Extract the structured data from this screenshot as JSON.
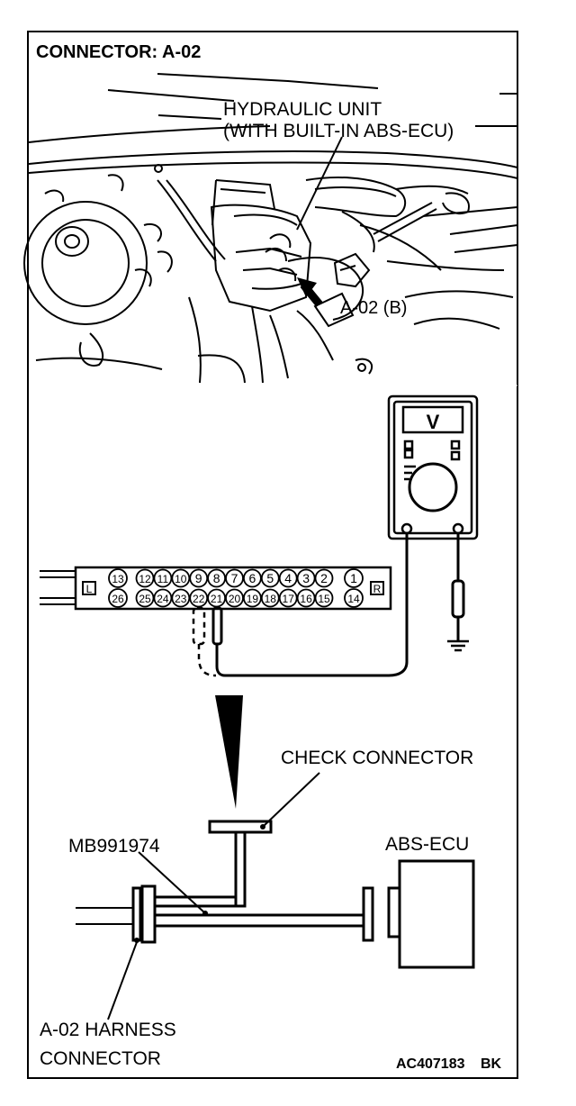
{
  "title": "CONNECTOR: A-02",
  "labels": {
    "hydraulic_line1": "HYDRAULIC UNIT",
    "hydraulic_line2": "(WITH BUILT-IN ABS-ECU)",
    "connector_b": "A-02 (B)",
    "voltmeter_symbol": "V",
    "side_left": "L",
    "side_right": "R",
    "check_connector": "CHECK CONNECTOR",
    "tool_number": "MB991974",
    "abs_ecu": "ABS-ECU",
    "harness_line1": "A-02 HARNESS",
    "harness_line2": "CONNECTOR",
    "figure_code": "AC407183",
    "figure_suffix": "BK"
  },
  "pins": {
    "top": [
      "13",
      "12",
      "11",
      "10",
      "9",
      "8",
      "7",
      "6",
      "5",
      "4",
      "3",
      "2",
      "1"
    ],
    "bottom": [
      "26",
      "25",
      "24",
      "23",
      "22",
      "21",
      "20",
      "19",
      "18",
      "17",
      "16",
      "15",
      "14"
    ]
  },
  "colors": {
    "ink": "#000000",
    "paper": "#ffffff"
  }
}
